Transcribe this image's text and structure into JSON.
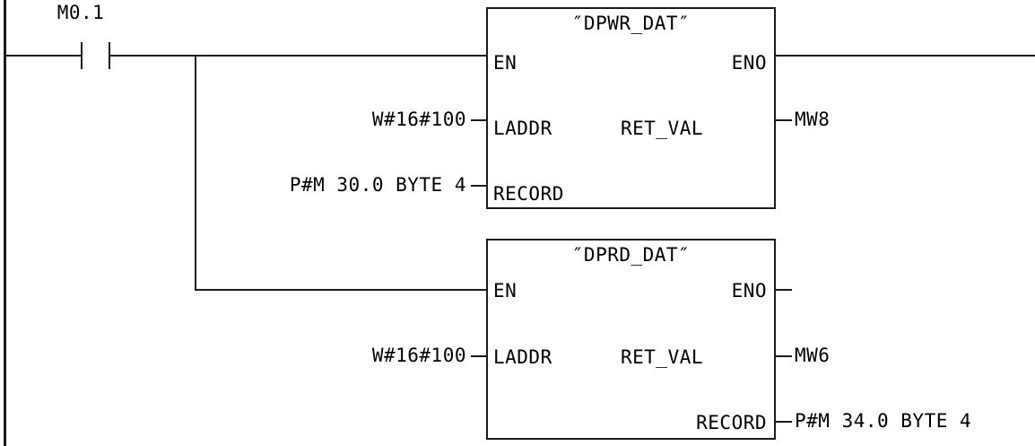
{
  "diagram": {
    "type": "ladder-logic-network",
    "language": "LAD",
    "rail_label": "left-power-rail"
  },
  "contact": {
    "address": "M0.1",
    "kind": "normally-open-contact"
  },
  "blocks": [
    {
      "title": "″DPWR_DAT″",
      "name": "DPWR_DAT",
      "inputs": [
        {
          "pin": "EN",
          "operand": ""
        },
        {
          "pin": "LADDR",
          "operand": "W#16#100"
        },
        {
          "pin": "RECORD",
          "operand": "P#M 30.0 BYTE 4"
        }
      ],
      "outputs": [
        {
          "pin": "ENO",
          "operand": ""
        },
        {
          "pin": "RET_VAL",
          "operand": "MW8"
        }
      ]
    },
    {
      "title": "″DPRD_DAT″",
      "name": "DPRD_DAT",
      "inputs": [
        {
          "pin": "EN",
          "operand": ""
        },
        {
          "pin": "LADDR",
          "operand": "W#16#100"
        }
      ],
      "outputs": [
        {
          "pin": "ENO",
          "operand": ""
        },
        {
          "pin": "RET_VAL",
          "operand": "MW6"
        },
        {
          "pin": "RECORD",
          "operand": "P#M 34.0 BYTE 4"
        }
      ]
    }
  ],
  "colors": {
    "line": "#1a1a1a",
    "background": "#ffffff",
    "text": "#000000"
  }
}
